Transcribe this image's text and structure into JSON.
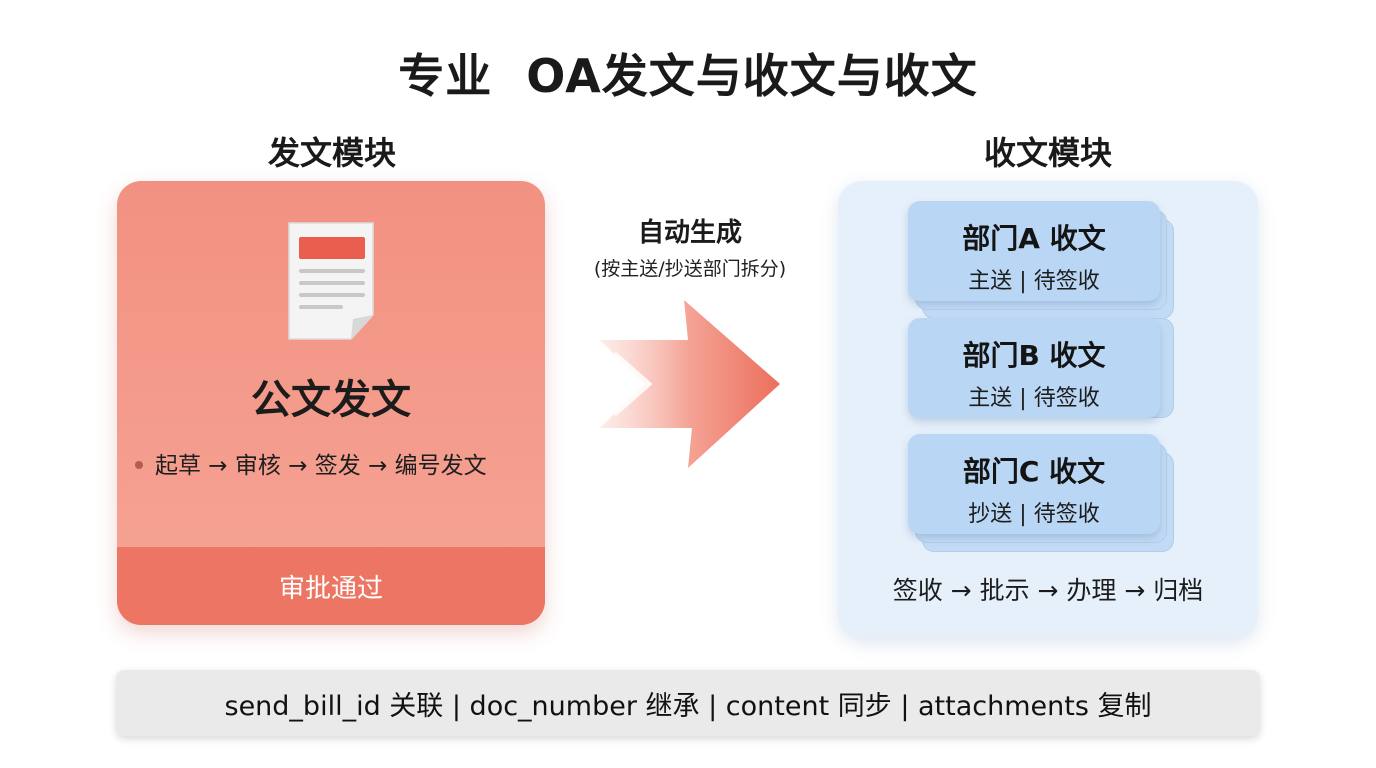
{
  "title": "专业  OA发文与收文与收文",
  "send_module": {
    "heading": "发文模块",
    "label": "公文发文",
    "flow": "起草 → 审核 → 签发 → 编号发文",
    "footer": "审批通过"
  },
  "middle": {
    "title": "自动生成",
    "subtitle": "(按主送/抄送部门拆分)"
  },
  "receive_module": {
    "heading": "收文模块",
    "cards": [
      {
        "title": "部门A 收文",
        "sub": "主送 | 待签收"
      },
      {
        "title": "部门B 收文",
        "sub": "主送 | 待签收"
      },
      {
        "title": "部门C 收文",
        "sub": "抄送 | 待签收"
      }
    ],
    "flow": "签收 → 批示 → 办理 → 归档"
  },
  "bottom_bar": "send_bill_id 关联 | doc_number 继承 | content 同步 | attachments 复制",
  "colors": {
    "send_panel": "#f29181",
    "send_footer": "#ec7563",
    "receive_panel": "#e6f0fb",
    "receive_card": "#b9d6f4",
    "arrow": "#ee7a68"
  },
  "icons": [
    "document-icon",
    "right-arrow-icon"
  ]
}
